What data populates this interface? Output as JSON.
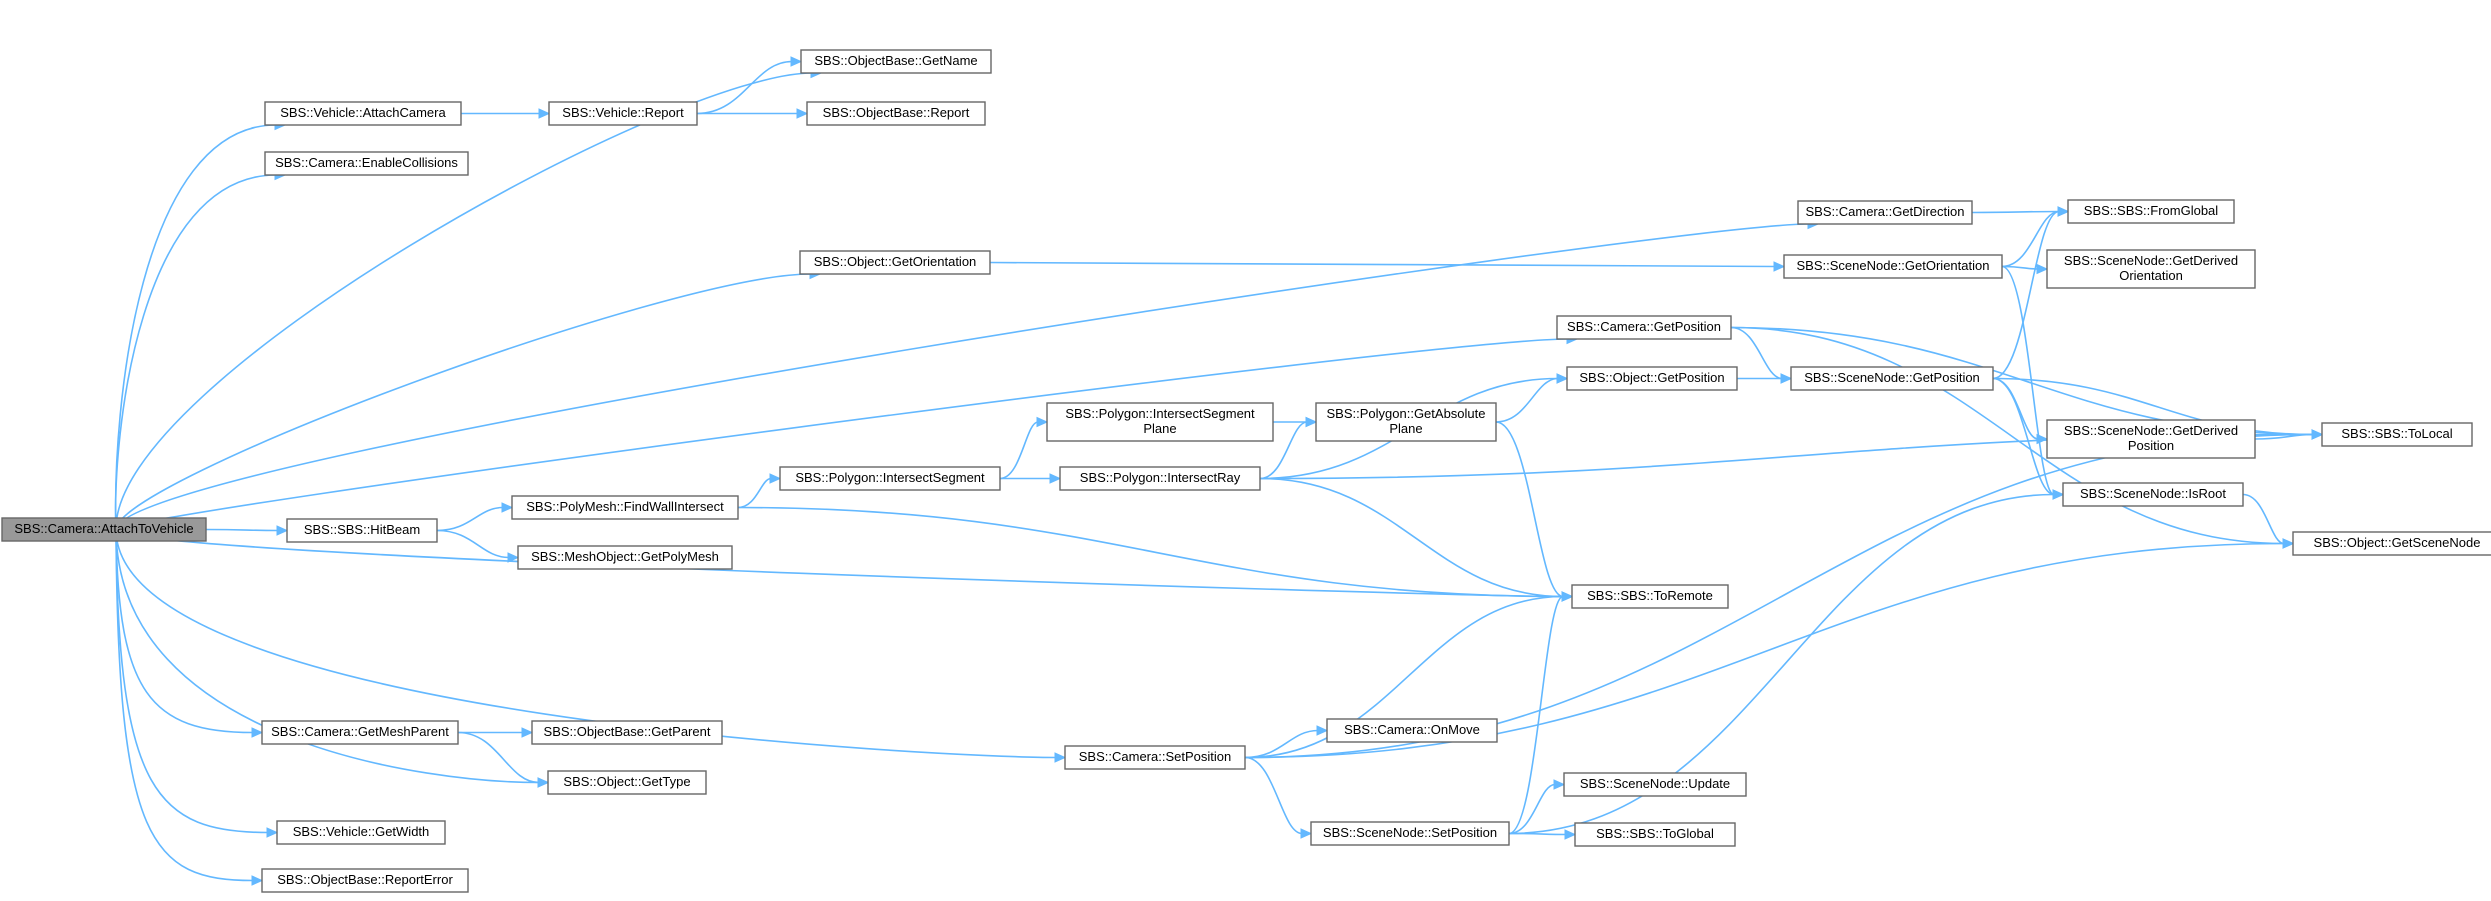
{
  "graph": {
    "root_node": "n0",
    "nodes": [
      {
        "id": "n0",
        "lines": [
          "SBS::Camera::AttachToVehicle"
        ],
        "root": true
      },
      {
        "id": "n1",
        "lines": [
          "SBS::Vehicle::AttachCamera"
        ]
      },
      {
        "id": "n2",
        "lines": [
          "SBS::Camera::EnableCollisions"
        ]
      },
      {
        "id": "n3",
        "lines": [
          "SBS::Camera::GetDirection"
        ]
      },
      {
        "id": "n4",
        "lines": [
          "SBS::Object::GetOrientation"
        ]
      },
      {
        "id": "n5",
        "lines": [
          "SBS::Camera::GetPosition"
        ]
      },
      {
        "id": "n6",
        "lines": [
          "SBS::SBS::HitBeam"
        ]
      },
      {
        "id": "n7",
        "lines": [
          "SBS::PolyMesh::FindWallIntersect"
        ]
      },
      {
        "id": "n8",
        "lines": [
          "SBS::MeshObject::GetPolyMesh"
        ]
      },
      {
        "id": "n9",
        "lines": [
          "SBS::Polygon::IntersectSegment"
        ]
      },
      {
        "id": "n10",
        "lines": [
          "SBS::Polygon::IntersectSegment",
          "Plane"
        ]
      },
      {
        "id": "n11",
        "lines": [
          "SBS::Polygon::IntersectRay"
        ]
      },
      {
        "id": "n12",
        "lines": [
          "SBS::Polygon::GetAbsolute",
          "Plane"
        ]
      },
      {
        "id": "n13",
        "lines": [
          "SBS::Object::GetPosition"
        ]
      },
      {
        "id": "n14",
        "lines": [
          "SBS::SBS::ToRemote"
        ]
      },
      {
        "id": "n15",
        "lines": [
          "SBS::Camera::GetMeshParent"
        ]
      },
      {
        "id": "n16",
        "lines": [
          "SBS::ObjectBase::GetParent"
        ]
      },
      {
        "id": "n17",
        "lines": [
          "SBS::Object::GetType"
        ]
      },
      {
        "id": "n18",
        "lines": [
          "SBS::Vehicle::GetWidth"
        ]
      },
      {
        "id": "n19",
        "lines": [
          "SBS::ObjectBase::ReportError"
        ]
      },
      {
        "id": "n20",
        "lines": [
          "SBS::Camera::SetPosition"
        ]
      },
      {
        "id": "n21",
        "lines": [
          "SBS::Camera::OnMove"
        ]
      },
      {
        "id": "n22",
        "lines": [
          "SBS::SceneNode::SetPosition"
        ]
      },
      {
        "id": "n23",
        "lines": [
          "SBS::SceneNode::Update"
        ]
      },
      {
        "id": "n24",
        "lines": [
          "SBS::SBS::ToGlobal"
        ]
      },
      {
        "id": "n25",
        "lines": [
          "SBS::ObjectBase::GetName"
        ]
      },
      {
        "id": "n26",
        "lines": [
          "SBS::Vehicle::Report"
        ]
      },
      {
        "id": "n27",
        "lines": [
          "SBS::ObjectBase::Report"
        ]
      },
      {
        "id": "n28",
        "lines": [
          "SBS::SBS::FromGlobal"
        ]
      },
      {
        "id": "n29",
        "lines": [
          "SBS::SceneNode::GetOrientation"
        ]
      },
      {
        "id": "n30",
        "lines": [
          "SBS::SceneNode::GetDerived",
          "Orientation"
        ]
      },
      {
        "id": "n31",
        "lines": [
          "SBS::SceneNode::GetPosition"
        ]
      },
      {
        "id": "n32",
        "lines": [
          "SBS::SceneNode::GetDerived",
          "Position"
        ]
      },
      {
        "id": "n33",
        "lines": [
          "SBS::SBS::ToLocal"
        ]
      },
      {
        "id": "n34",
        "lines": [
          "SBS::SceneNode::IsRoot"
        ]
      },
      {
        "id": "n35",
        "lines": [
          "SBS::Object::GetSceneNode"
        ]
      }
    ],
    "edges": [
      [
        "n0",
        "n25"
      ],
      [
        "n0",
        "n1"
      ],
      [
        "n0",
        "n2"
      ],
      [
        "n0",
        "n3"
      ],
      [
        "n0",
        "n4"
      ],
      [
        "n0",
        "n5"
      ],
      [
        "n0",
        "n6"
      ],
      [
        "n0",
        "n14"
      ],
      [
        "n0",
        "n15"
      ],
      [
        "n0",
        "n17"
      ],
      [
        "n0",
        "n18"
      ],
      [
        "n0",
        "n19"
      ],
      [
        "n0",
        "n20"
      ],
      [
        "n1",
        "n26"
      ],
      [
        "n26",
        "n25"
      ],
      [
        "n26",
        "n27"
      ],
      [
        "n3",
        "n28"
      ],
      [
        "n4",
        "n29"
      ],
      [
        "n29",
        "n28"
      ],
      [
        "n29",
        "n30"
      ],
      [
        "n29",
        "n34"
      ],
      [
        "n5",
        "n31"
      ],
      [
        "n5",
        "n33"
      ],
      [
        "n5",
        "n35"
      ],
      [
        "n31",
        "n28"
      ],
      [
        "n31",
        "n32"
      ],
      [
        "n31",
        "n33"
      ],
      [
        "n31",
        "n34"
      ],
      [
        "n32",
        "n33"
      ],
      [
        "n34",
        "n35"
      ],
      [
        "n6",
        "n7"
      ],
      [
        "n6",
        "n8"
      ],
      [
        "n7",
        "n9"
      ],
      [
        "n7",
        "n14"
      ],
      [
        "n9",
        "n10"
      ],
      [
        "n9",
        "n11"
      ],
      [
        "n10",
        "n12"
      ],
      [
        "n11",
        "n12"
      ],
      [
        "n11",
        "n13"
      ],
      [
        "n11",
        "n14"
      ],
      [
        "n11",
        "n33"
      ],
      [
        "n12",
        "n13"
      ],
      [
        "n12",
        "n14"
      ],
      [
        "n13",
        "n31"
      ],
      [
        "n15",
        "n16"
      ],
      [
        "n15",
        "n17"
      ],
      [
        "n20",
        "n14"
      ],
      [
        "n20",
        "n21"
      ],
      [
        "n20",
        "n22"
      ],
      [
        "n20",
        "n33"
      ],
      [
        "n20",
        "n35"
      ],
      [
        "n22",
        "n14"
      ],
      [
        "n22",
        "n23"
      ],
      [
        "n22",
        "n24"
      ],
      [
        "n22",
        "n34"
      ]
    ]
  }
}
